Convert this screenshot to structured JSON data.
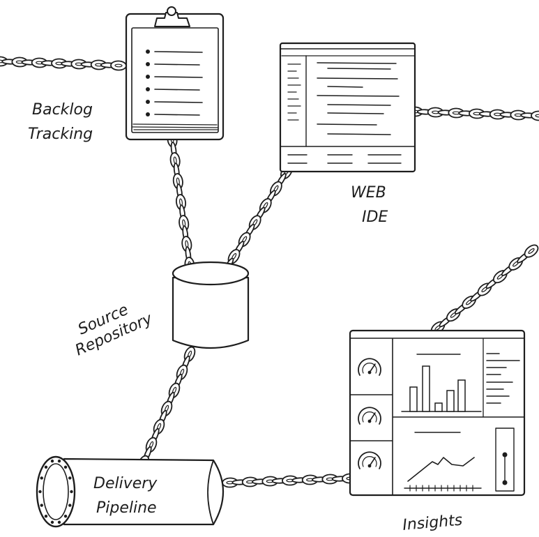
{
  "nodes": {
    "backlog": {
      "line1": "Backlog",
      "line2": "Tracking"
    },
    "web_ide": {
      "line1": "WEB",
      "line2": "IDE"
    },
    "source_repository": {
      "line1": "Source",
      "line2": "Repository"
    },
    "delivery_pipeline": {
      "line1": "Delivery",
      "line2": "Pipeline"
    },
    "insights": {
      "line1": "Insights"
    }
  },
  "connectors": [
    {
      "from": "backlog",
      "to": "offscreen-left"
    },
    {
      "from": "backlog",
      "to": "source_repository"
    },
    {
      "from": "web_ide",
      "to": "offscreen-right"
    },
    {
      "from": "web_ide",
      "to": "source_repository"
    },
    {
      "from": "source_repository",
      "to": "delivery_pipeline"
    },
    {
      "from": "delivery_pipeline",
      "to": "insights"
    },
    {
      "from": "insights",
      "to": "offscreen-top-right"
    }
  ]
}
